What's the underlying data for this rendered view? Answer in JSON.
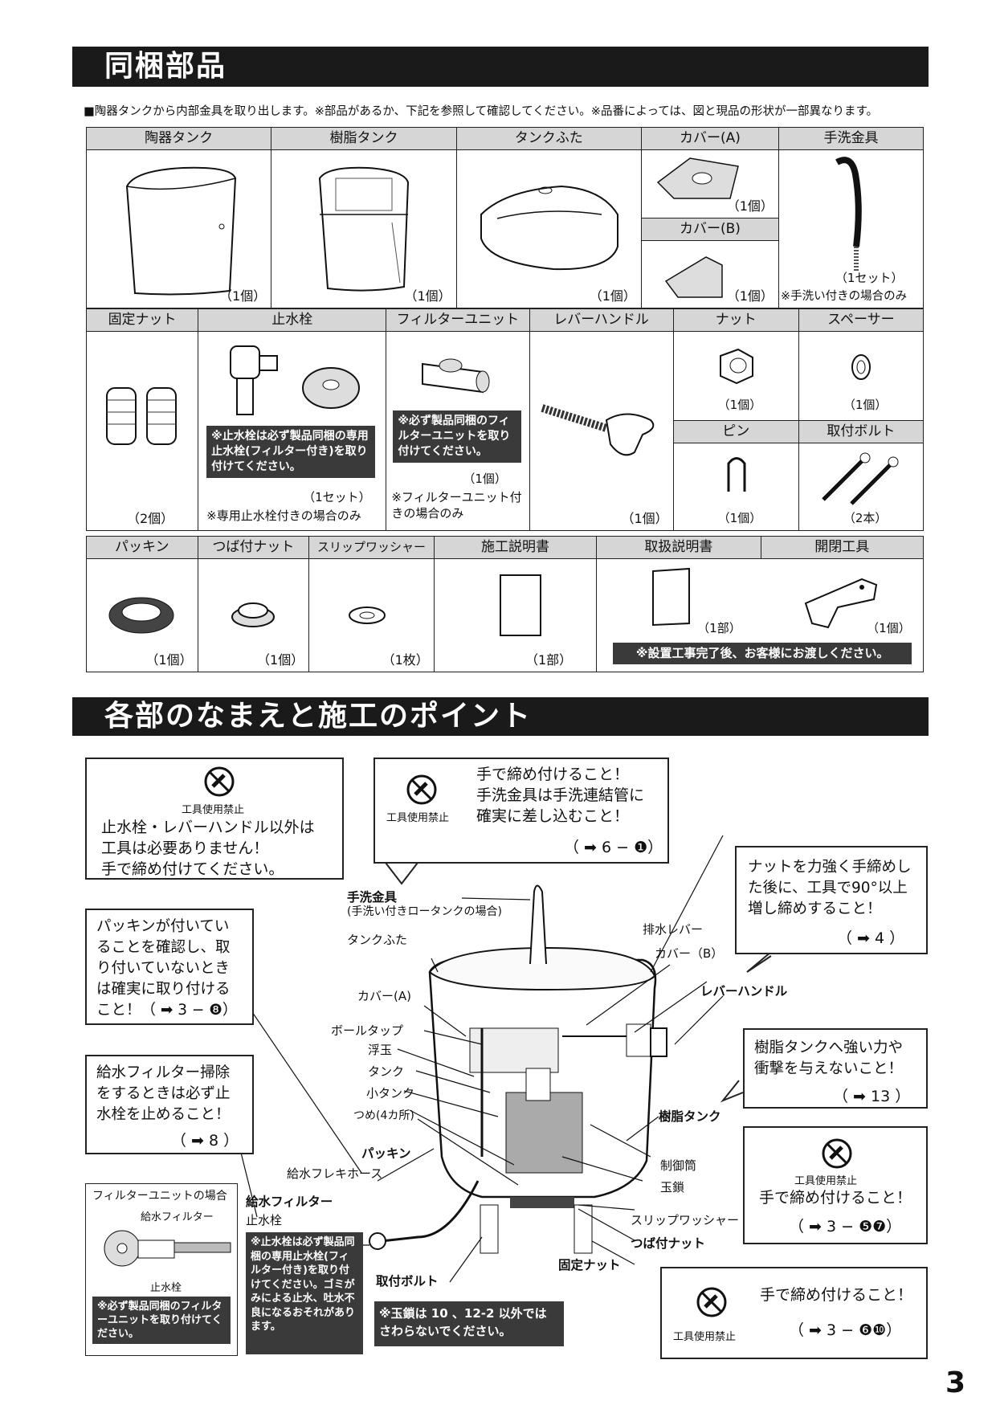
{
  "section1": {
    "title": "同梱部品",
    "intro": "■陶器タンクから内部金具を取り出します。※部品があるか、下記を参照して確認してください。※品番によっては、図と現品の形状が一部異なります。"
  },
  "row1": {
    "ceramic_tank": {
      "name": "陶器タンク",
      "count": "（1個）"
    },
    "resin_tank": {
      "name": "樹脂タンク",
      "count": "（1個）"
    },
    "tank_lid": {
      "name": "タンクふた",
      "count": "（1個）"
    },
    "cover_a": {
      "name": "カバー(A)",
      "count": "（1個）"
    },
    "cover_b": {
      "name": "カバー(B)",
      "count": "（1個）"
    },
    "hand_wash": {
      "name": "手洗金具",
      "count": "（1セット）",
      "note": "※手洗い付きの場合のみ"
    }
  },
  "row2": {
    "fix_nut": {
      "name": "固定ナット",
      "count": "（2個）"
    },
    "stop_valve": {
      "name": "止水栓",
      "count": "（1セット）",
      "note": "※専用止水栓付きの場合のみ",
      "warning": "※止水栓は必ず製品同梱の専用止水栓(フィルター付き)を取り付けてください。"
    },
    "filter_unit": {
      "name": "フィルターユニット",
      "count": "（1個）",
      "note": "※フィルターユニット付きの場合のみ",
      "warning": "※必ず製品同梱のフィルターユニットを取り付けてください。"
    },
    "lever_handle": {
      "name": "レバーハンドル",
      "count": "（1個）"
    },
    "nut": {
      "name": "ナット",
      "count": "（1個）"
    },
    "spacer": {
      "name": "スペーサー",
      "count": "（1個）"
    },
    "pin": {
      "name": "ピン",
      "count": "（1個）"
    },
    "bolt": {
      "name": "取付ボルト",
      "count": "（2本）"
    }
  },
  "row3": {
    "packing": {
      "name": "パッキン",
      "count": "（1個）"
    },
    "flange_nut": {
      "name": "つば付ナット",
      "count": "（1個）"
    },
    "slip_washer": {
      "name": "スリップワッシャー",
      "count": "（1枚）"
    },
    "install_manual": {
      "name": "施工説明書",
      "count": "（1部）"
    },
    "user_manual": {
      "name": "取扱説明書",
      "count": "（1部）"
    },
    "tool": {
      "name": "開閉工具",
      "count": "（1個）"
    },
    "handover": "※設置工事完了後、お客様にお渡しください。"
  },
  "section2": {
    "title": "各部のなまえと施工のポイント"
  },
  "callouts": {
    "no_tool_label": "工具使用禁止",
    "c1": {
      "lines": [
        "止水栓・レバーハンドル以外は",
        "工具は必要ありません！",
        "手で締め付けてください。"
      ]
    },
    "c2": {
      "lines": [
        "手で締め付けること！",
        "手洗金具は手洗連結管に",
        "確実に差し込むこと！"
      ],
      "ref": "（ ➡ 6 − ❶）"
    },
    "c3": {
      "lines": [
        "ナットを力強く手締めし",
        "た後に、工具で90°以上",
        "増し締めすること！"
      ],
      "ref": "（ ➡ 4 ）"
    },
    "c4": {
      "lines": [
        "パッキンが付いてい",
        "ることを確認し、取",
        "り付いていないとき",
        "は確実に取り付ける",
        "こと！（ ➡ 3 − ❽）"
      ]
    },
    "c5": {
      "lines": [
        "給水フィルター掃除",
        "をするときは必ず止",
        "水栓を止めること！"
      ],
      "ref": "（ ➡ 8 ）"
    },
    "c6": {
      "lines": [
        "樹脂タンクへ強い力や",
        "衝撃を与えないこと！"
      ],
      "ref": "（ ➡ 13 ）"
    },
    "c7": {
      "lines": [
        "手で締め付けること！"
      ],
      "ref": "（ ➡ 3 − ❺❼）"
    },
    "c8": {
      "lines": [
        "手で締め付けること！"
      ],
      "ref": "（ ➡ 3 − ❻❿）"
    }
  },
  "filter_case": {
    "title": "フィルターユニットの場合",
    "label_filter": "給水フィルター",
    "label_valve": "止水栓",
    "warning": "※必ず製品同梱のフィルターユニットを取り付けてください。"
  },
  "diagram_labels": {
    "hand_wash": "手洗金具",
    "hand_wash_sub": "(手洗い付きロータンクの場合)",
    "tank_lid": "タンクふた",
    "cover_a": "カバー(A)",
    "ball_tap": "ボールタップ",
    "float": "浮玉",
    "tank": "タンク",
    "small_tank": "小タンク",
    "claws": "つめ(4カ所)",
    "packing": "パッキン",
    "hose": "給水フレキホース",
    "water_filter": "給水フィルター",
    "stop_valve": "止水栓",
    "drain_lever": "排水レバー",
    "cover_b": "カバー（B）",
    "lever_handle": "レバーハンドル",
    "resin_tank": "樹脂タンク",
    "control_tube": "制御筒",
    "chain": "玉鎖",
    "slip_washer": "スリップワッシャー",
    "flange_nut": "つば付ナット",
    "fix_nut": "固定ナット",
    "bolt": "取付ボルト"
  },
  "stopvalve_warning": "※止水栓は必ず製品同梱の専用止水栓(フィルター付き)を取り付けてください。ゴミがみによる止水、吐水不良になるおそれがあります。",
  "chain_warning": "※玉鎖は 10 、12-2 以外では さわらないでください。",
  "page_number": "3"
}
